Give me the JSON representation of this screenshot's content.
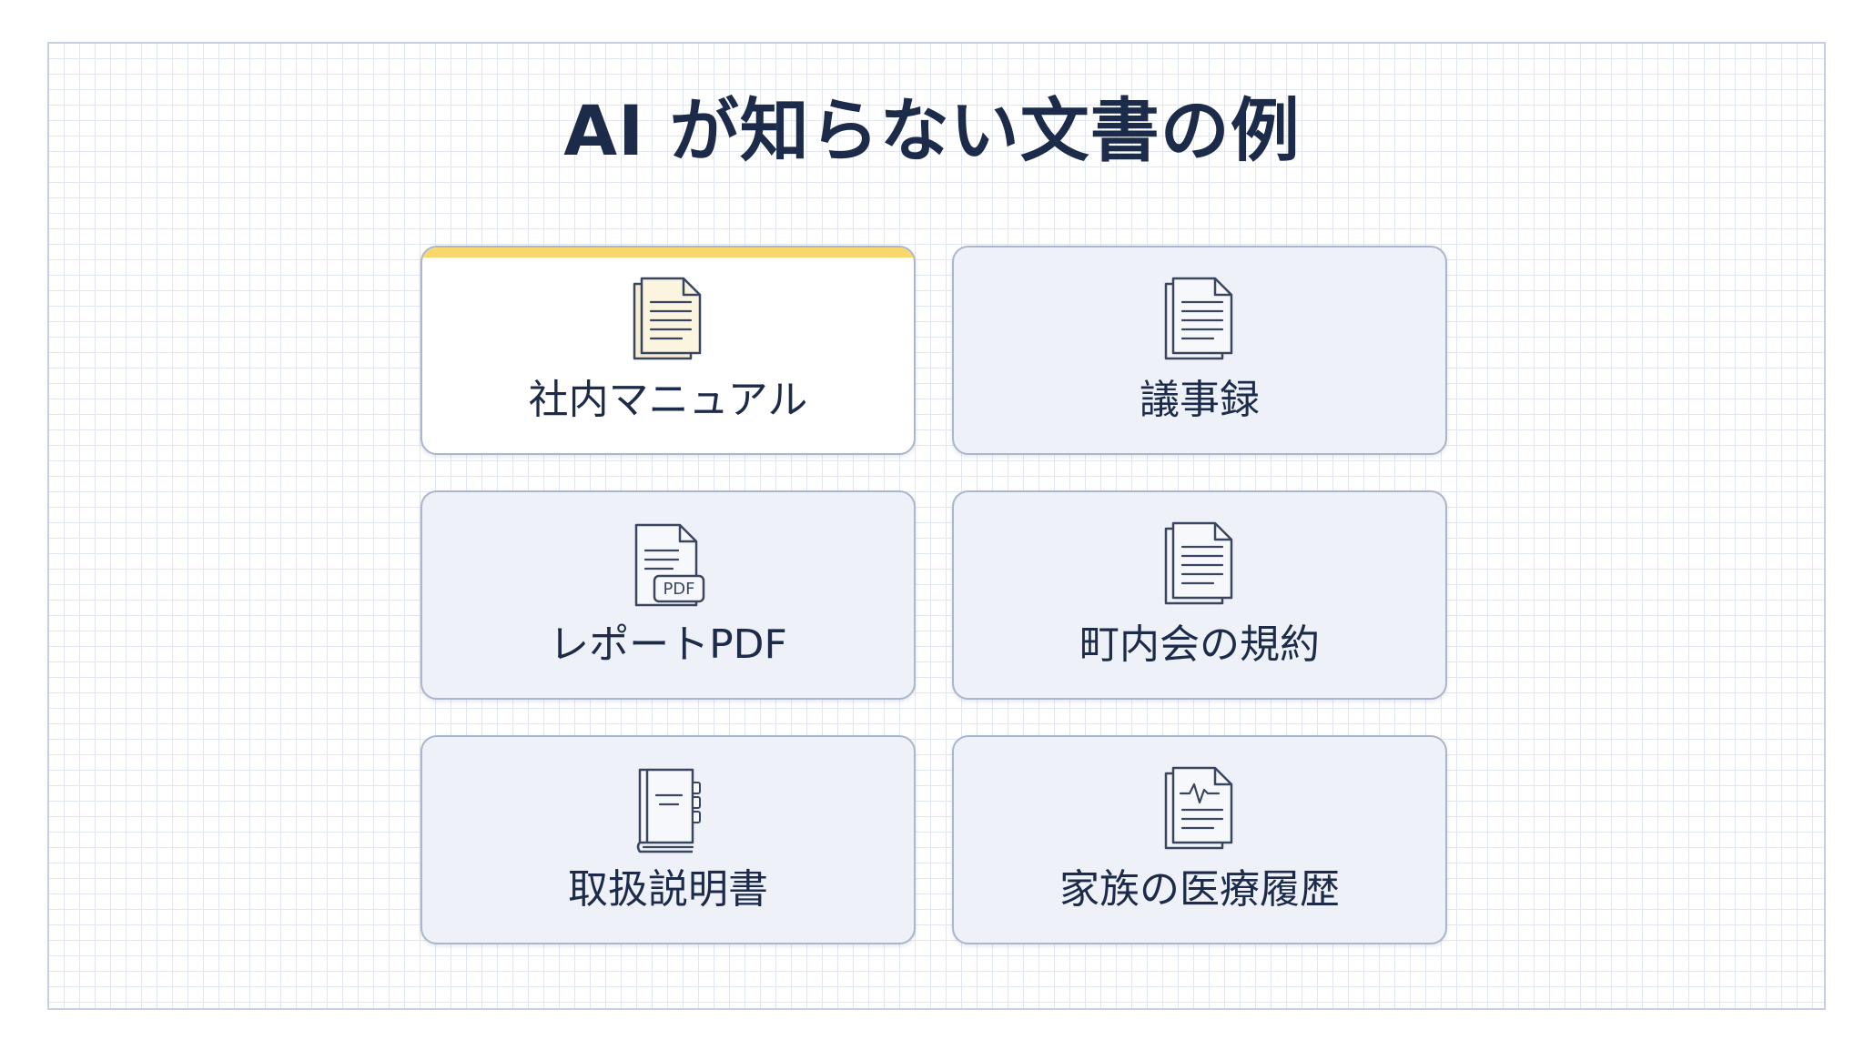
{
  "title": "AI が知らない文書の例",
  "cards": [
    {
      "label": "社内マニュアル",
      "icon": "stacked-document-icon"
    },
    {
      "label": "議事録",
      "icon": "stacked-document-icon"
    },
    {
      "label": "レポートPDF",
      "icon": "pdf-document-icon",
      "badge": "PDF"
    },
    {
      "label": "町内会の規約",
      "icon": "stacked-document-icon"
    },
    {
      "label": "取扱説明書",
      "icon": "manual-book-icon"
    },
    {
      "label": "家族の医療履歴",
      "icon": "medical-record-icon"
    }
  ],
  "colors": {
    "title": "#1c2b4a",
    "card_bg": "#eef1f8",
    "card_border": "#a9b6cc",
    "accent": "#f8d76c",
    "grid": "#e1e7f2"
  }
}
